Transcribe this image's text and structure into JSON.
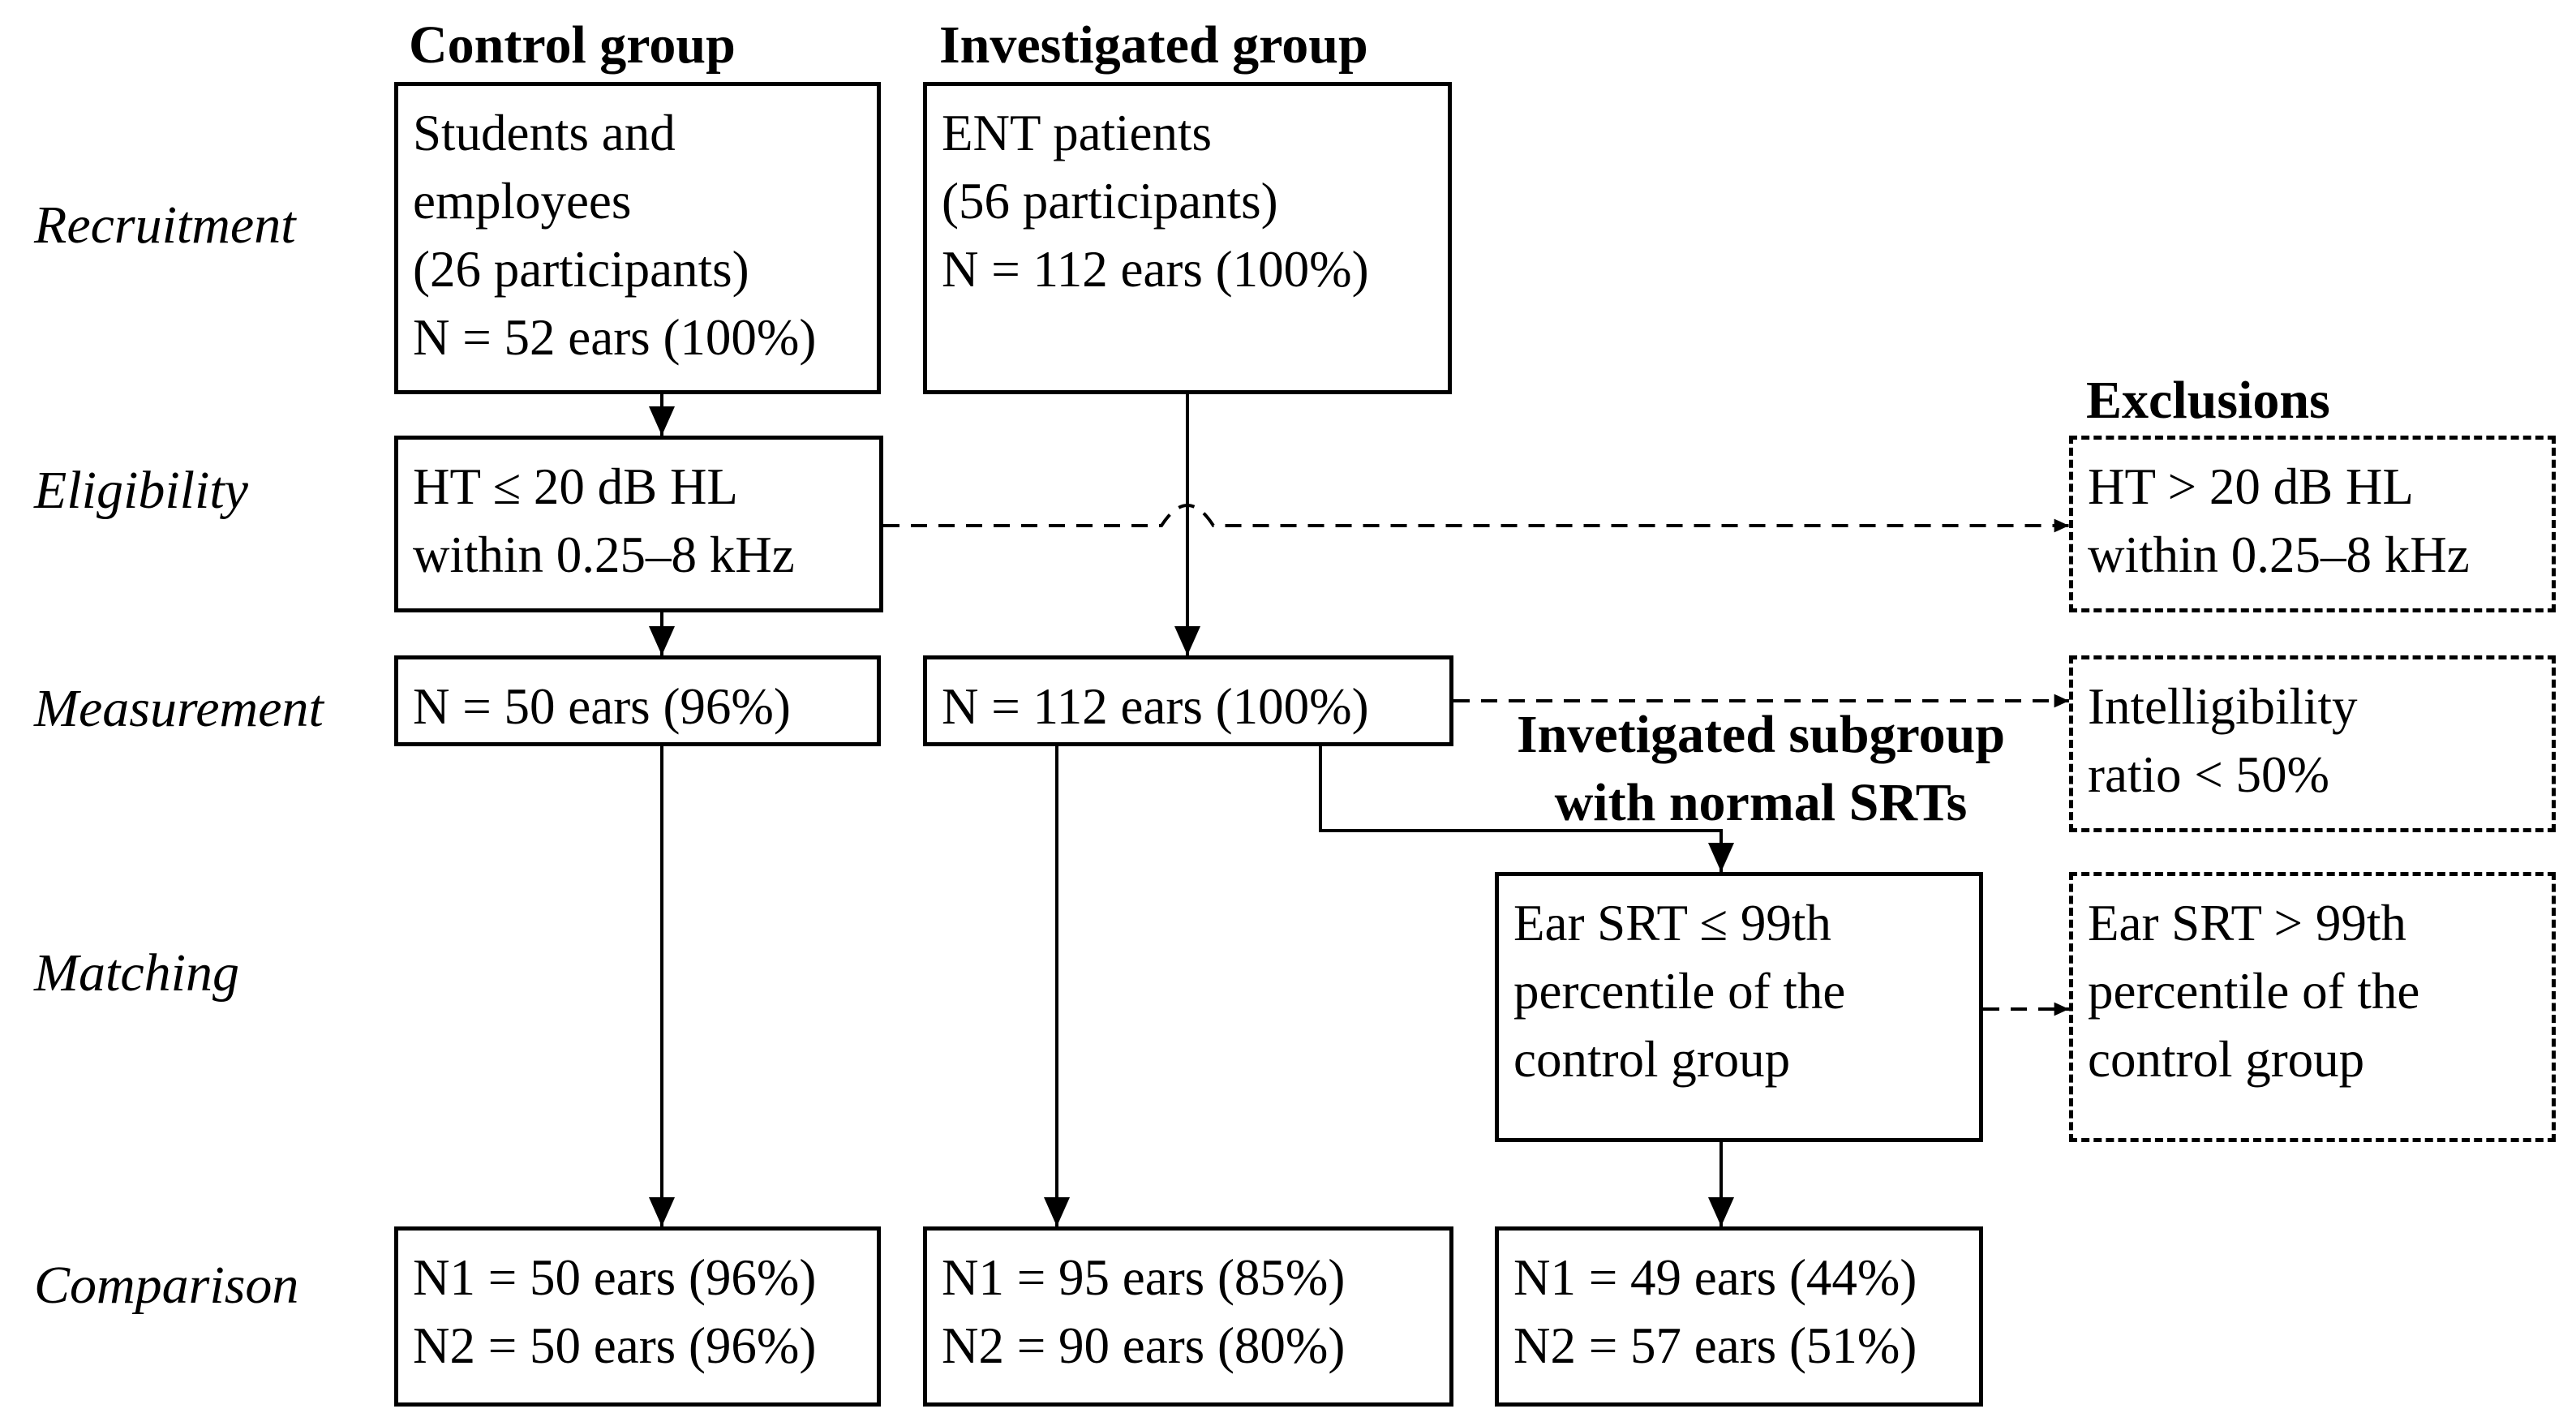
{
  "headers": {
    "control": "Control group",
    "investigated": "Investigated group",
    "exclusions": "Exclusions",
    "subgroup": [
      "Invetigated subgroup",
      "with normal SRTs"
    ]
  },
  "stages": [
    "Recruitment",
    "Eligibility",
    "Measurement",
    "Matching",
    "Comparison"
  ],
  "boxes": {
    "control_recruit": [
      "Students and",
      "employees",
      "(26 participants)",
      "N = 52 ears (100%)"
    ],
    "invest_recruit": [
      "ENT patients",
      "(56 participants)",
      "N = 112 ears (100%)"
    ],
    "eligibility": [
      "HT ≤ 20 dB HL",
      "within 0.25–8 kHz"
    ],
    "excl_eligibility": [
      "HT > 20 dB HL",
      "within 0.25–8 kHz"
    ],
    "control_measure": [
      "N = 50 ears (96%)"
    ],
    "invest_measure": [
      "N = 112 ears (100%)"
    ],
    "excl_measure": [
      "Intelligibility",
      "ratio < 50%"
    ],
    "matching": [
      "Ear SRT ≤ 99th",
      "percentile of the",
      "control group"
    ],
    "excl_matching": [
      "Ear SRT > 99th",
      "percentile of the",
      "control group"
    ],
    "control_compare": [
      "N1 = 50 ears (96%)",
      "N2 = 50 ears (96%)"
    ],
    "invest_compare": [
      "N1 = 95 ears (85%)",
      "N2 = 90 ears (80%)"
    ],
    "subgroup_compare": [
      "N1 = 49 ears (44%)",
      "N2 = 57 ears (51%)"
    ]
  }
}
